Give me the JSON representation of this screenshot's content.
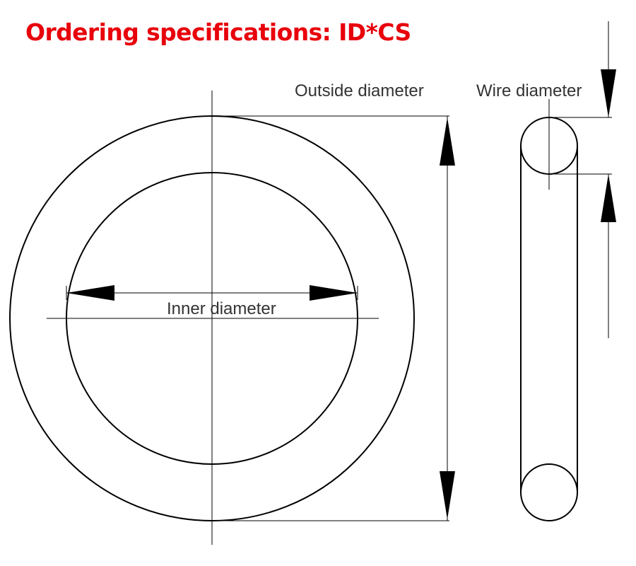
{
  "title": "Ordering specifications: ID*CS",
  "labels": {
    "outside_diameter": "Outside diameter",
    "wire_diameter": "Wire diameter",
    "inner_diameter": "Inner diameter"
  },
  "colors": {
    "title": "#e8000b",
    "ink": "#000000",
    "label": "#333333"
  }
}
